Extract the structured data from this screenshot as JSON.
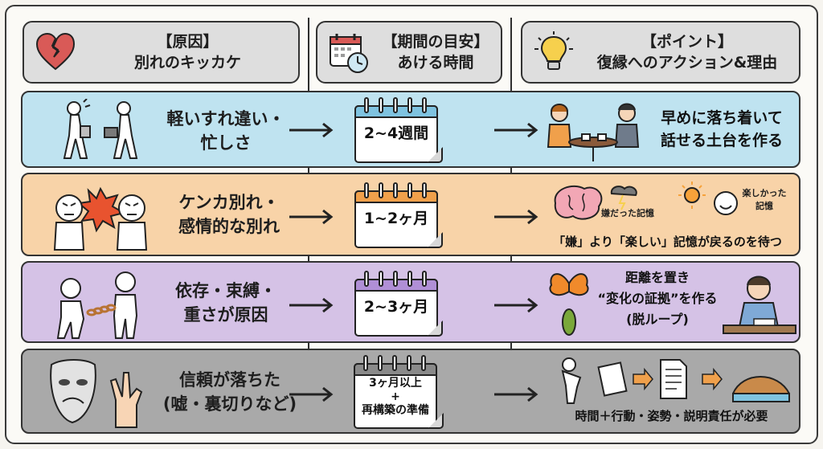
{
  "headers": [
    {
      "label": "【原因】",
      "sublabel": "別れのキッカケ",
      "icon": "broken-heart-icon"
    },
    {
      "label": "【期間の目安】",
      "sublabel": "あける時間",
      "icon": "calendar-clock-icon"
    },
    {
      "label": "【ポイント】",
      "sublabel": "復縁へのアクション&理由",
      "icon": "lightbulb-icon"
    }
  ],
  "rows": [
    {
      "cause_line1": "軽いすれ違い・",
      "cause_line2": "忙しさ",
      "period": "2~4週間",
      "action_line1": "早めに落ち着いて",
      "action_line2": "話せる土台を作る",
      "color": "#bfe3f0"
    },
    {
      "cause_line1": "ケンカ別れ・",
      "cause_line2": "感情的な別れ",
      "period": "1~2ヶ月",
      "bad_memory": "嫌だった記憶",
      "good_memory_1": "楽しかった",
      "good_memory_2": "記憶",
      "action_line1": "「嫌」より「楽しい」記憶が戻るのを待つ",
      "color": "#f8d3a8"
    },
    {
      "cause_line1": "依存・束縛・",
      "cause_line2": "重さが原因",
      "period": "2~3ヶ月",
      "action_line1": "距離を置き",
      "action_line2": "“変化の証拠”を作る",
      "action_line3": "(脱ループ)",
      "color": "#d5c2e6"
    },
    {
      "cause_line1": "信頼が落ちた",
      "cause_line2": "(嘘・裏切りなど)",
      "period_line1": "3ヶ月以上",
      "period_plus": "+",
      "period_line2": "再構築の準備",
      "action_line1": "時間＋行動・姿勢・説明責任が必要",
      "color": "#a9a9a9"
    }
  ],
  "accent": {
    "calendar_blue": "#7fc3e0",
    "calendar_orange": "#f0a04b",
    "calendar_purple": "#b08fd6",
    "calendar_gray": "#8a8a8a"
  }
}
